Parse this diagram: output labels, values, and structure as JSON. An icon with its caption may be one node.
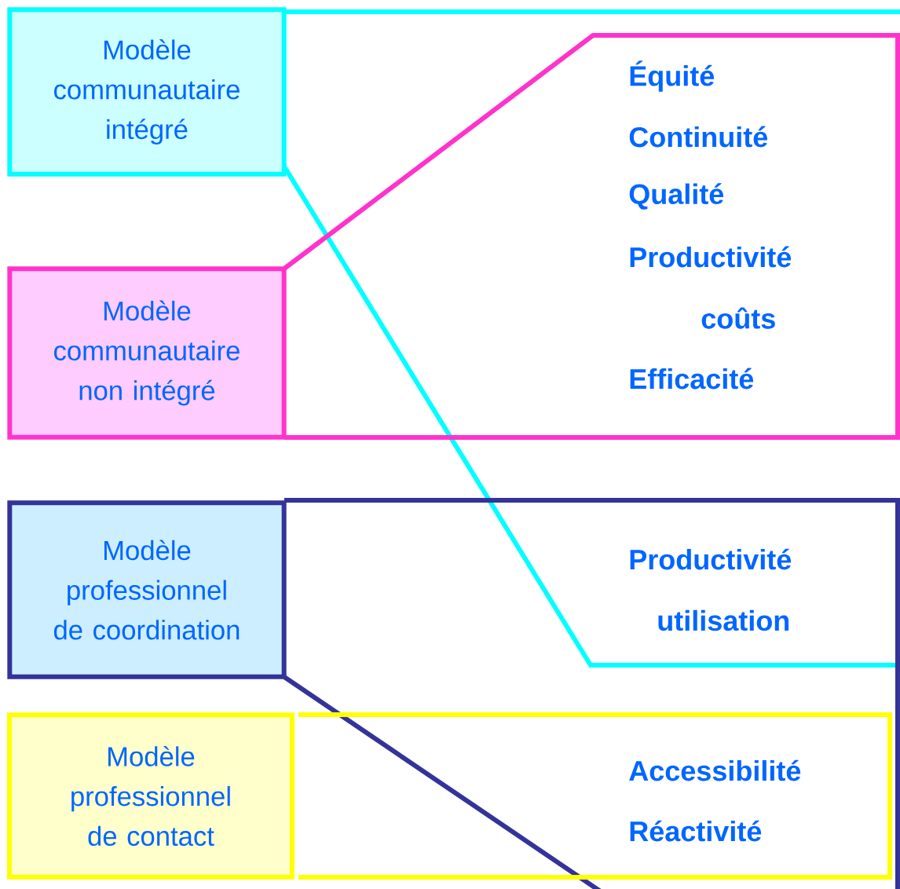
{
  "diagram": {
    "nodes": [
      {
        "text": [
          "Modèle communautaire intégré"
        ]
      },
      {
        "text": [
          "Modèle communautaire non intégré"
        ]
      },
      {
        "text": [
          "Modèle professionnel de coordination"
        ]
      },
      {
        "text": [
          "Modèle professionnel de contact"
        ]
      }
    ],
    "labels": [
      "Équité",
      "Continuité",
      "Qualité",
      "Productivité",
      "coûts",
      "Efficacité",
      "Productivité",
      "utilisation",
      "Accessibilité",
      "Réactivité"
    ]
  }
}
